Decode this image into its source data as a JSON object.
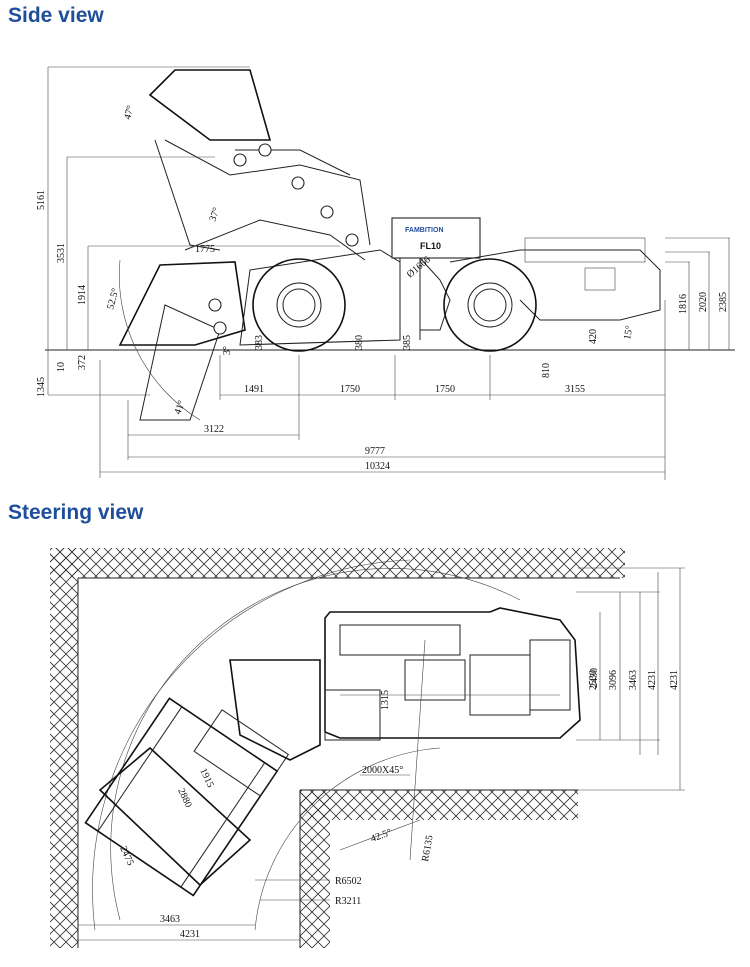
{
  "colors": {
    "title": "#1F4E9B",
    "lines": "#222222"
  },
  "side_view": {
    "title": "Side view",
    "machine_label": "FL10",
    "brand_label": "FAMBITION",
    "angles": {
      "dump_top": "47°",
      "dump_mid": "37°",
      "rollback": "52.5°",
      "dig": "41°",
      "front_small": "3°",
      "rear_departure": "15°"
    },
    "vertical_dims": {
      "max_height": "5161",
      "dump_height": "3531",
      "pin_height": "1914",
      "dig_depth": "372",
      "dig_small": "10",
      "bottom": "1345",
      "cab_height": "2385",
      "canopy_height": "2020",
      "body_height": "1816",
      "ground_clear": "810",
      "axle_left": "383",
      "axle_mid": "380",
      "axle_right": "385",
      "rear_clear": "420"
    },
    "reach": "1775",
    "tyre": "Ø1666",
    "horizontal_dims": {
      "front_to_axle": "1491",
      "axle_to_hinge": "1750",
      "hinge_to_axle": "1750",
      "rear_overhang": "3155",
      "bucket_reach": "3122",
      "length_bucket_down": "9777",
      "length_total": "10324"
    }
  },
  "steering_view": {
    "title": "Steering view",
    "dims": {
      "width_1": "2530",
      "width_2": "3096",
      "width_3": "3463",
      "width_4": "4231",
      "hinge_width": "2430",
      "inner_chamfer": "2000X45°",
      "articulation": "42.5°",
      "inner_radius": "R6135",
      "outer_radius": "R6502",
      "inner_turn": "R3211",
      "bucket_width": "1915",
      "bucket_diag": "2880",
      "bucket_side": "2475",
      "bottom_dim_1": "3463",
      "bottom_dim_2": "4231",
      "frame_width": "1315"
    }
  }
}
